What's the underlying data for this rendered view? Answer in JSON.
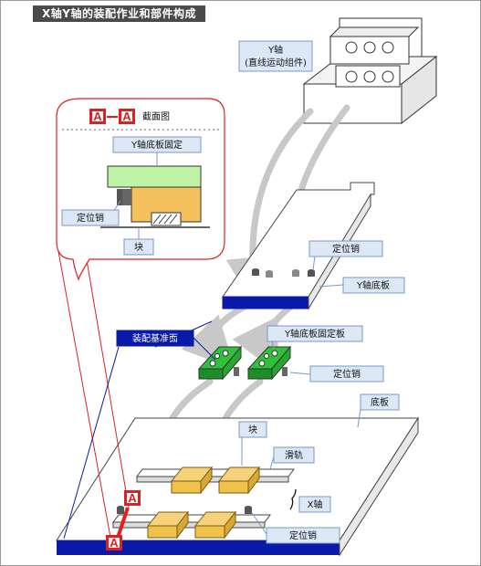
{
  "title": "X轴Y轴的装配作业和部件构成",
  "labels": {
    "y_axis_line1": "Y轴",
    "y_axis_line2": "(直线运动组件)",
    "section_a": "A",
    "section_title": "截面图",
    "y_base_fix": "Y轴底板固定",
    "pin_inset": "定位销",
    "block_inset": "块",
    "pin_top": "定位销",
    "y_base": "Y轴底板",
    "assembly_ref": "装配基准面",
    "y_base_fix_plate": "Y轴底板固定板",
    "pin_mid": "定位销",
    "base": "底板",
    "block": "块",
    "rail": "滑轨",
    "x_axis": "X轴",
    "pin_bottom": "定位销"
  },
  "colors": {
    "accent_blue": "#0a1aa8",
    "callout_red": "#e02020",
    "green_plate": "#2fc13a",
    "block_yellow": "#f1c24a",
    "label_fill": "#dce8f6",
    "label_border": "#7a98c8"
  }
}
